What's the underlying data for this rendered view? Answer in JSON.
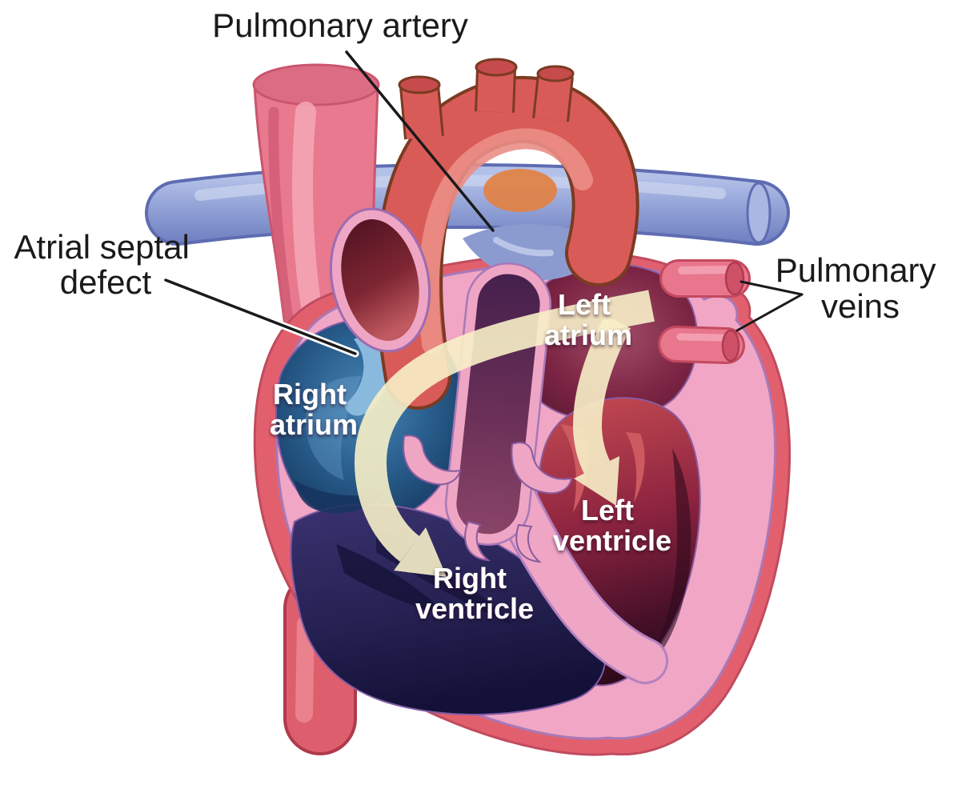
{
  "callouts": {
    "pulmonary_artery": {
      "label": "Pulmonary artery"
    },
    "atrial_septal_defect": {
      "line1": "Atrial septal",
      "line2": "defect"
    },
    "pulmonary_veins": {
      "line1": "Pulmonary",
      "line2": "veins"
    }
  },
  "chambers": {
    "left_atrium": {
      "line1": "Left",
      "line2": "atrium"
    },
    "right_atrium": {
      "line1": "Right",
      "line2": "atrium"
    },
    "left_ventricle": {
      "line1": "Left",
      "line2": "ventricle"
    },
    "right_ventricle": {
      "line1": "Right",
      "line2": "ventricle"
    }
  },
  "colors": {
    "label_text": "#1a1a1a",
    "chamber_label_text": "#ffffff",
    "leader_line": "#1a1a1a",
    "flow_arrow": "#f7efc8",
    "pulmonary_artery_blue": "#92a2d6",
    "aorta_red": "#d95b58",
    "svc_pink": "#e8798f",
    "heart_wall_pink": "#f0a6c4",
    "epicardium_red": "#e2606e",
    "right_atrium_blue": "#2a6090",
    "right_ventricle_navy": "#262253",
    "left_atrium_maroon": "#7b2443",
    "left_ventricle_red": "#8e2440",
    "asd_highlight_blue": "#8ab9de",
    "outline_purple": "#a878b8"
  }
}
